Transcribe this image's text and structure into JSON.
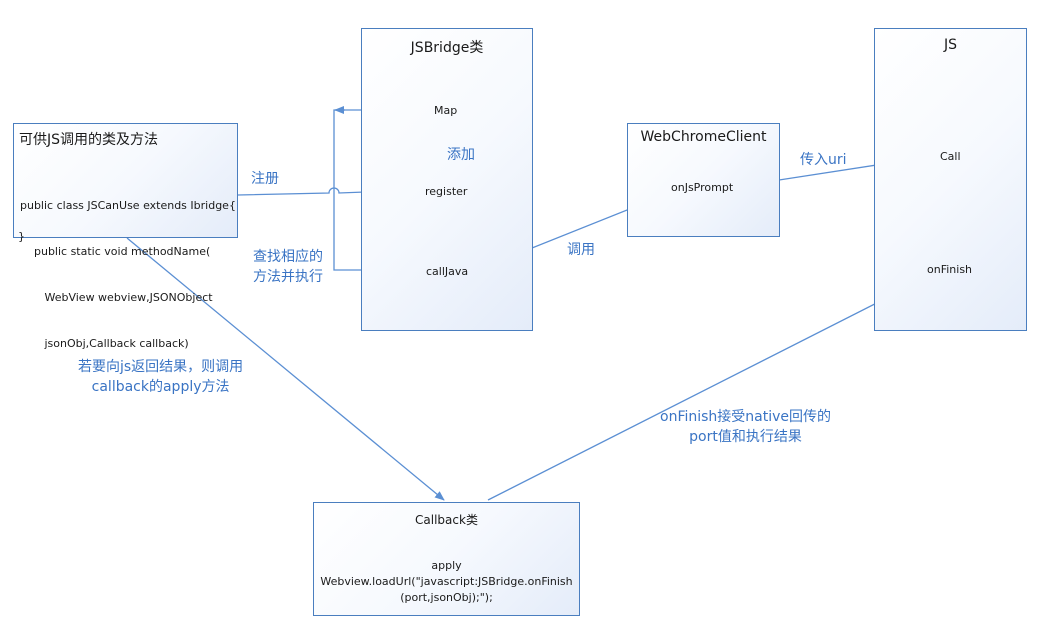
{
  "colors": {
    "line": "#5b8fd3",
    "text_blue": "#3a74c4",
    "border": "#4a7ebf"
  },
  "boxes": {
    "jsbridge": {
      "title": "JSBridge类",
      "map": "Map",
      "register": "register",
      "calljava": "callJava"
    },
    "js": {
      "title": "JS",
      "call": "Call",
      "onfinish": "onFinish"
    },
    "callable": {
      "title": "可供JS调用的类及方法",
      "code": [
        "public class JSCanUse extends Ibridge{",
        "    public static void methodName(",
        "       WebView webview,JSONObject",
        "       jsonObj,Callback callback)",
        "}"
      ]
    },
    "webchrome": {
      "title": "WebChromeClient",
      "onjsprompt": "onJsPrompt"
    },
    "callback": {
      "title": "Callback类",
      "lines": [
        "apply",
        "Webview.loadUrl(\"javascript:JSBridge.onFinish",
        "(port,jsonObj);\");"
      ]
    }
  },
  "annotations": {
    "add": "添加",
    "register": "注册",
    "find_line1": "查找相应的",
    "find_line2": "方法并执行",
    "pass_uri": "传入uri",
    "invoke": "调用",
    "return_line1": "若要向js返回结果，则调用",
    "return_line2": "callback的apply方法",
    "onfinish_line1": "onFinish接受native回传的",
    "onfinish_line2": "port值和执行结果"
  }
}
